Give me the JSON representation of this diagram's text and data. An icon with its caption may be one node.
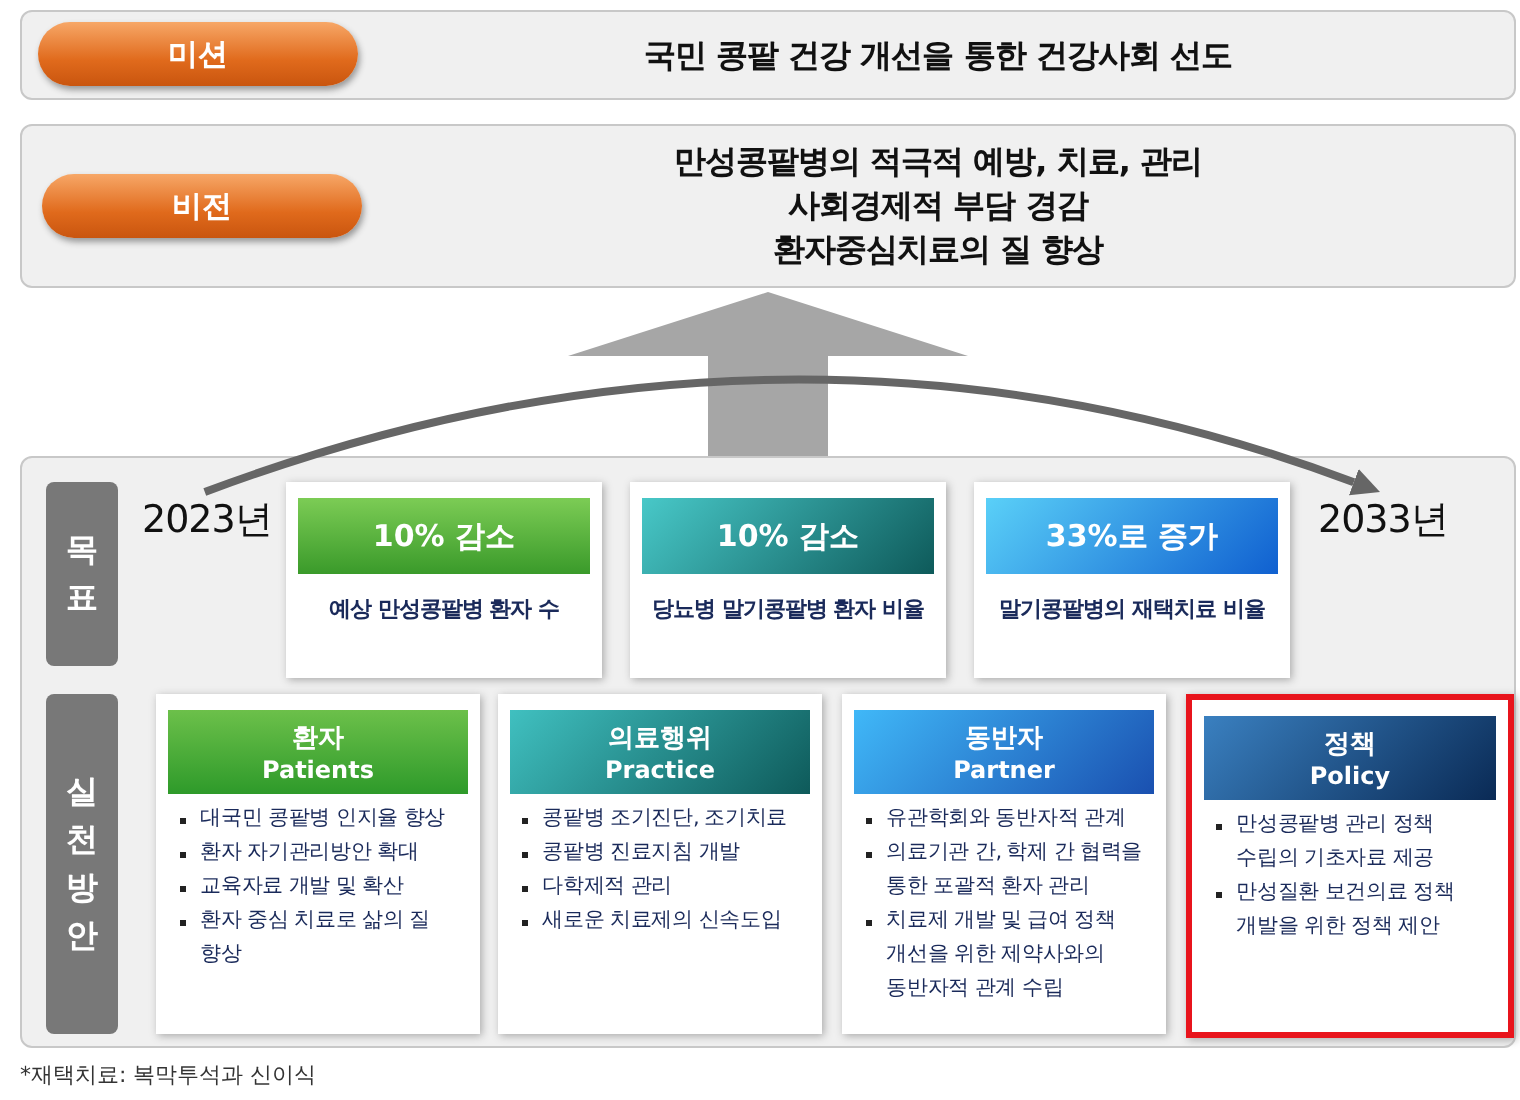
{
  "diagram": {
    "nodes": [
      {
        "text": [
          "국민 콩팥 건강 개선을 통한 건강사회 선도"
        ]
      },
      {
        "text": [
          "미션"
        ],
        "in": 0
      },
      {
        "text": [
          "만성콩팥병의 적극적 예방, 치료, 관리",
          "사회경제적 부담 경감",
          "환자중심치료의 질 향상"
        ]
      },
      {
        "text": [
          "비전"
        ],
        "in": 2
      },
      {
        "text": [],
        "shape": "box"
      },
      {
        "text": [
          "목표"
        ],
        "in": 4
      },
      {
        "text": [
          "2023년"
        ],
        "in": 4
      },
      {
        "text": [
          "10% 감소",
          "예상 만성콩팥병 환자 수"
        ],
        "in": 4
      },
      {
        "text": [
          "10% 감소",
          "당뇨병 말기콩팥병 환자 비율"
        ],
        "in": 4
      },
      {
        "text": [
          "33%로 증가",
          "말기콩팥병의 재택치료 비율"
        ],
        "in": 4
      },
      {
        "text": [
          "2033년"
        ],
        "in": 4
      },
      {
        "text": [
          "실천방안"
        ],
        "in": 4
      },
      {
        "text": [
          "환자",
          "Patients",
          "대국민 콩팥병 인지율 향상",
          "환자 자기관리방안 확대",
          "교육자료 개발 및 확산",
          "환자 중심 치료로 삶의 질 향상"
        ],
        "in": 4
      },
      {
        "text": [
          "의료행위",
          "Practice",
          "콩팥병 조기진단, 조기치료",
          "콩팥병 진료지침 개발",
          "다학제적 관리",
          "새로운 치료제의 신속도입"
        ],
        "in": 4
      },
      {
        "text": [
          "동반자",
          "Partner",
          "유관학회와 동반자적 관계",
          "의료기관 간, 학제 간 협력을 통한 포괄적 환자 관리",
          "치료제 개발 및 급여 정책 개선을 위한 제약사와의 동반자적 관계 수립"
        ],
        "in": 4
      },
      {
        "text": [
          "정책",
          "Policy",
          "만성콩팥병 관리 정책 수립의 기초자료 제공",
          "만성질환 보건의료 정책 개발을 위한 정책 제안"
        ],
        "in": 4
      }
    ],
    "edges": [
      {
        "from": 4,
        "to": 2,
        "arrow": "to",
        "style": "thick",
        "color": "#a6a6a6"
      },
      {
        "from": 6,
        "to": 10,
        "arrow": "to"
      }
    ],
    "labels": [
      "*재택치료: 복막투석과 신이식"
    ]
  }
}
